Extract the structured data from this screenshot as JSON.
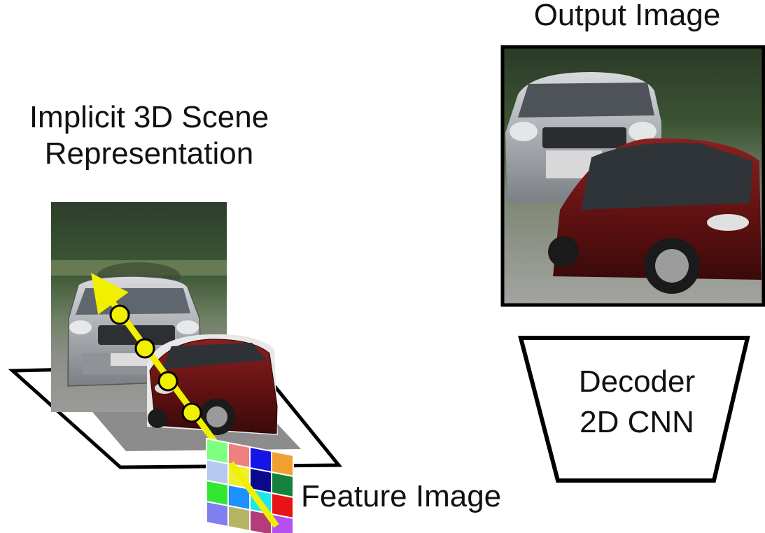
{
  "labels": {
    "scene_line1": "Implicit 3D Scene",
    "scene_line2": "Representation",
    "output": "Output Image",
    "feature": "Feature Image",
    "decoder_line1": "Decoder",
    "decoder_line2": "2D CNN"
  },
  "feature_grid": [
    [
      "#7fff7f",
      "#f08080",
      "#1414e6",
      "#f0a030"
    ],
    [
      "#b4c8f0",
      "#f0f028",
      "#0a0a8c",
      "#14823c"
    ],
    [
      "#32e632",
      "#1e90ff",
      "#1ee6f0",
      "#e61414"
    ],
    [
      "#7f7ff0",
      "#b4b464",
      "#b43c78",
      "#b450f0"
    ]
  ],
  "colors": {
    "ray": "#f0f000",
    "sample_point": "#f0f000",
    "car_silver": "#b9bcc0",
    "car_red": "#6e1414",
    "background_green": "#324a2c"
  }
}
